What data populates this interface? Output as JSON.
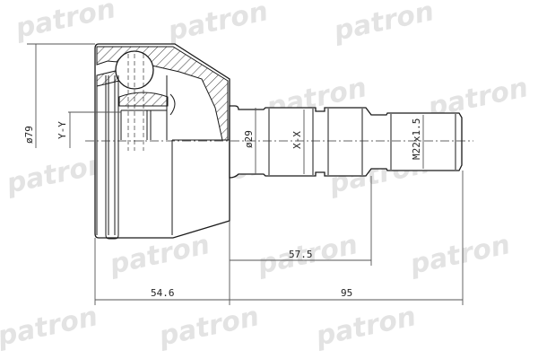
{
  "drawing": {
    "subject": "CV joint outer (drive shaft joint) technical drawing",
    "watermark": "patron",
    "dimensions": {
      "outer_diameter": "ø79",
      "shaft_diameter": "ø29",
      "thread": "M22x1.5",
      "spline_section": "X-X",
      "inner_section": "Y-Y",
      "housing_length": "54.6",
      "spline_length": "57.5",
      "stem_length": "95"
    }
  }
}
